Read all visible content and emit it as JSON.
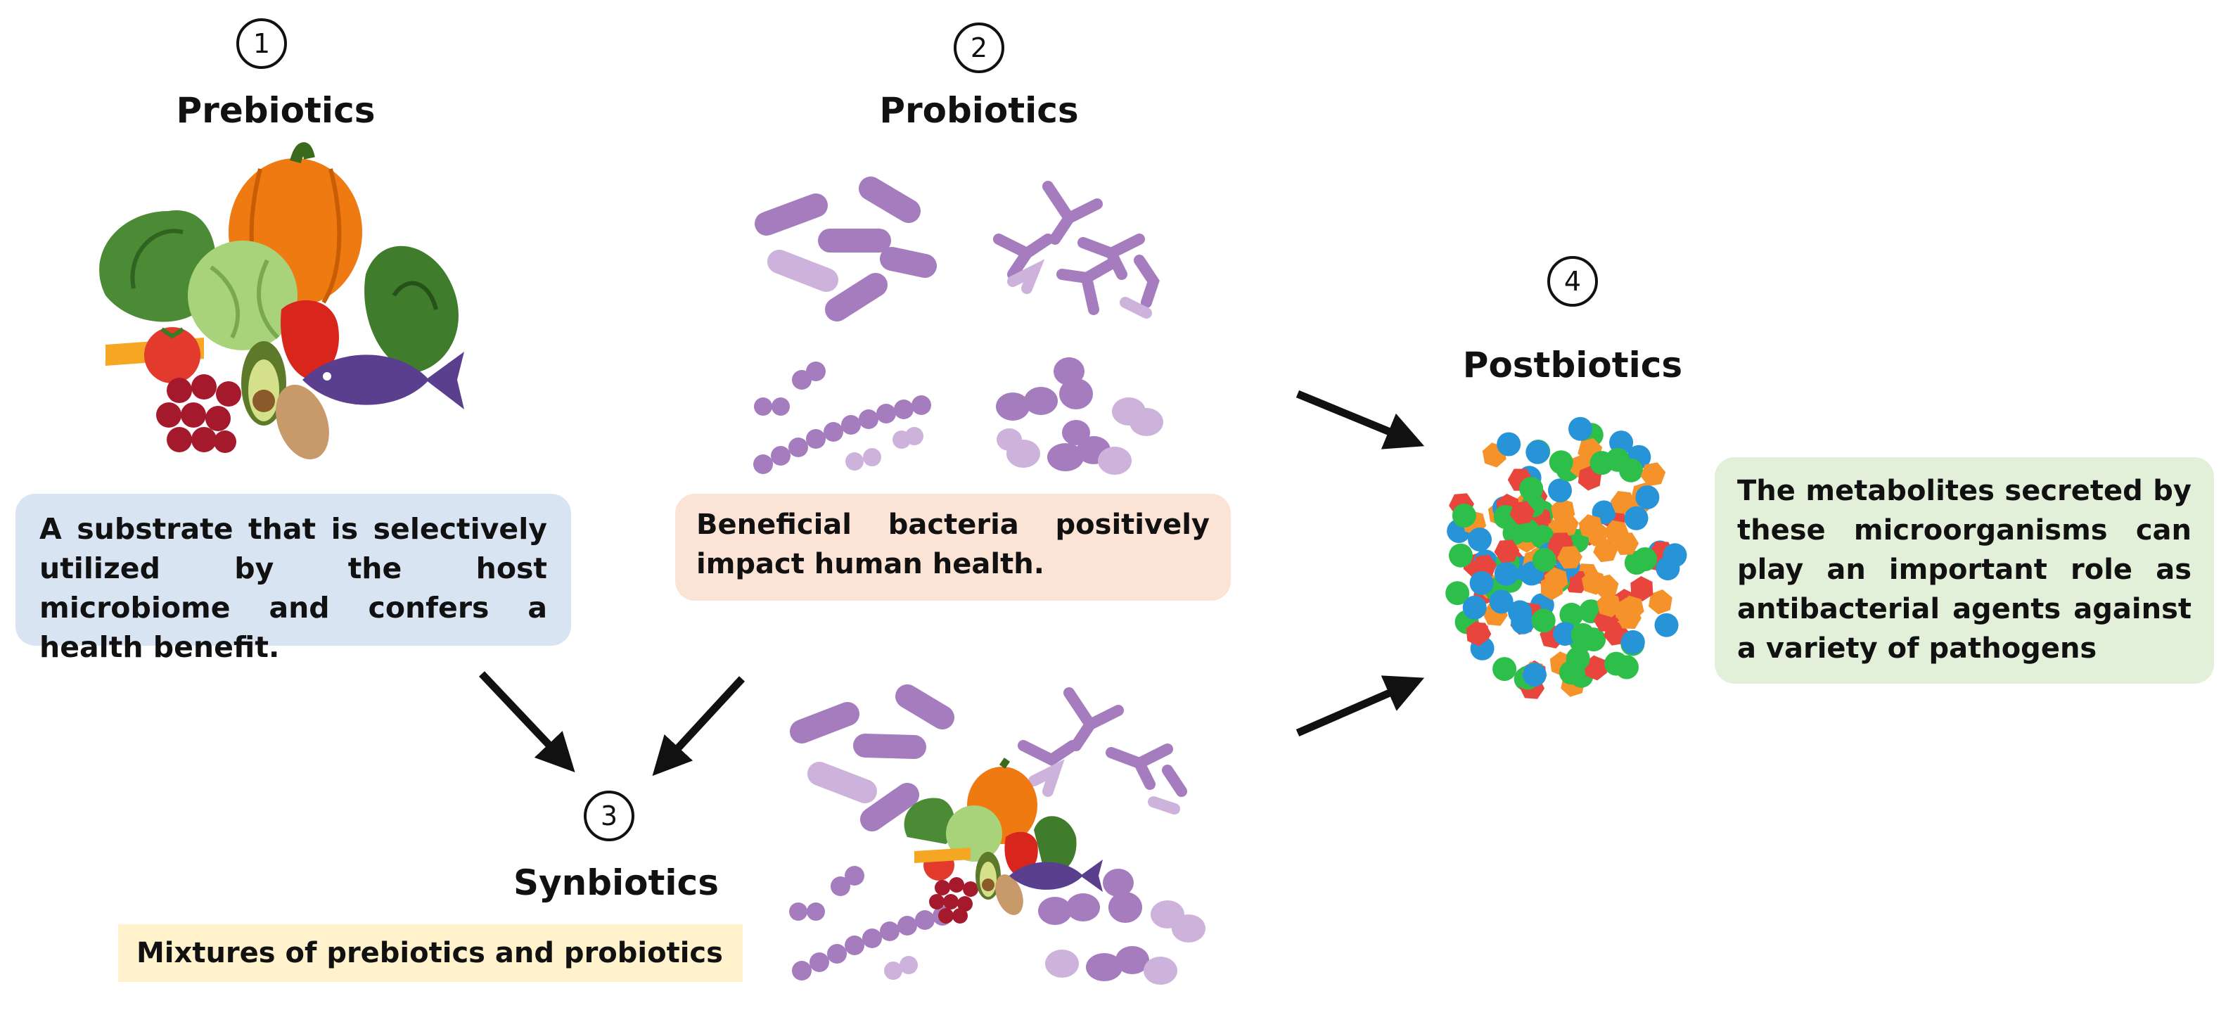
{
  "prebiotics": {
    "number": "1",
    "title": "Prebiotics",
    "description": "A substrate that is selectively utilized by the host microbiome and confers a health benefit."
  },
  "probiotics": {
    "number": "2",
    "title": "Probiotics",
    "description": "Beneficial bacteria positively impact human health."
  },
  "synbiotics": {
    "number": "3",
    "title": "Synbiotics",
    "description": "Mixtures of prebiotics and probiotics"
  },
  "postbiotics": {
    "number": "4",
    "title": "Postbiotics",
    "description": "The metabolites secreted by these microorganisms can play an important role as antibacterial agents against a variety of pathogens"
  },
  "colors": {
    "prebiotics_box": "#d9e4f3",
    "probiotics_box": "#fbe3d6",
    "synbiotics_box": "#fff2cc",
    "postbiotics_box": "#e2f0d9",
    "bacteria": "#a57cbd",
    "bacteria_light": "#cdb3dc",
    "metabolite_red": "#e8453c",
    "metabolite_orange": "#f5922a",
    "metabolite_green": "#2dbf4a",
    "metabolite_blue": "#2894d8"
  },
  "icons": {
    "prebiotics_illustration": "vegetables-fruit-fish-illustration",
    "probiotics_illustration": "bacteria-illustration",
    "synbiotics_illustration": "bacteria-with-vegetables-illustration",
    "postbiotics_illustration": "metabolites-cluster-illustration",
    "arrow": "arrow-icon"
  }
}
